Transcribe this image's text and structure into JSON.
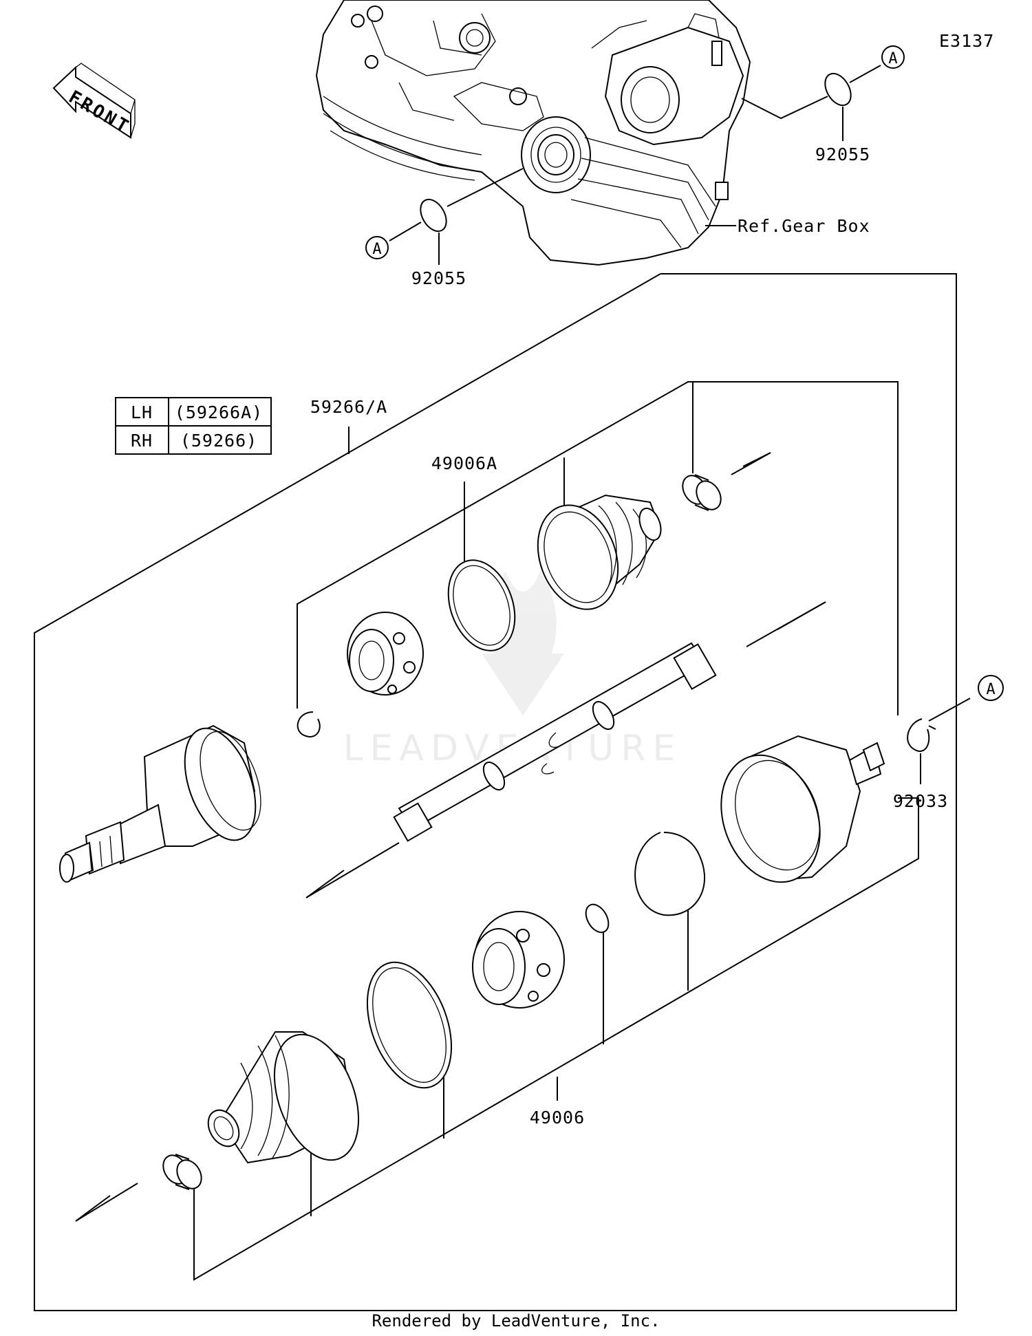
{
  "diagram": {
    "code": "E3137",
    "front_arrow_text": "FRONT",
    "ref_label": "Ref.Gear Box",
    "ref_marker": "A",
    "part_numbers": {
      "oring_right": "92055",
      "oring_left": "92055",
      "shaft_assy": "59266/A",
      "boot_kit_inner": "49006A",
      "boot_kit_outer": "49006",
      "circlip": "92033"
    },
    "side_table": {
      "rows": [
        {
          "side": "LH",
          "part": "(59266A)"
        },
        {
          "side": "RH",
          "part": "(59266)"
        }
      ]
    },
    "watermark": "LEADVENTURE",
    "footer": "Rendered by LeadVenture, Inc."
  }
}
